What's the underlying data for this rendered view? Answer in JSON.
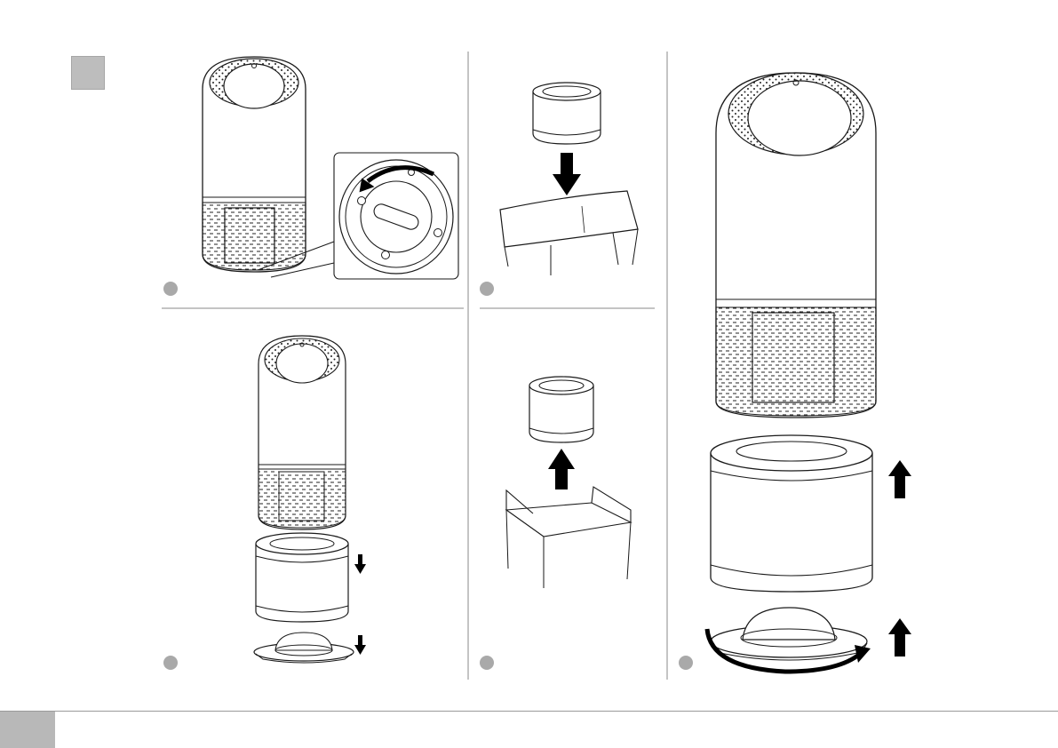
{
  "manual": {
    "section_marker_color": "#bdbdbd",
    "step_badge_color": "#a9a9a9",
    "line_color": "#1a1a1a",
    "arrow_color": "#000000"
  },
  "steps": [
    {
      "name": "step-1",
      "icon": "rotate-base-counterclockwise"
    },
    {
      "name": "step-2",
      "icon": "place-filter-in-bag"
    },
    {
      "name": "step-3",
      "icon": "remove-base-and-filter"
    },
    {
      "name": "step-4",
      "icon": "take-filter-out-of-box"
    },
    {
      "name": "step-5",
      "icon": "insert-filter-and-lock-base"
    }
  ]
}
